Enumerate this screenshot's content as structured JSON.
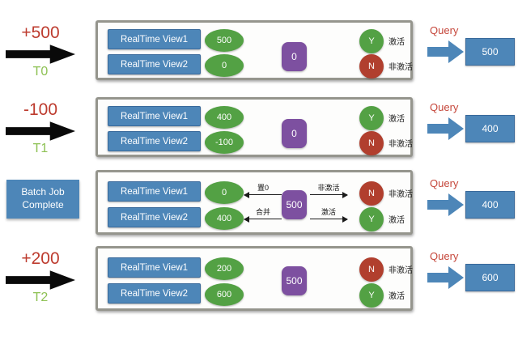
{
  "colors": {
    "blue": "#4d86b8",
    "blue-border": "#38699b",
    "green": "#53a144",
    "red": "#b13f2e",
    "purple": "#7d50a0",
    "accent-red": "#bd3b2e",
    "accent-green": "#8dc153",
    "query-red": "#c5463a",
    "box-border": "#95958d"
  },
  "rows": [
    {
      "event": {
        "delta": "+500",
        "time": "T0"
      },
      "views": [
        {
          "label": "RealTime View1",
          "value": "500"
        },
        {
          "label": "RealTime View2",
          "value": "0"
        }
      ],
      "batch_value": "0",
      "flags": [
        {
          "kind": "Y",
          "label": "激活"
        },
        {
          "kind": "N",
          "label": "非激活"
        }
      ],
      "query": {
        "label": "Query",
        "result": "500"
      }
    },
    {
      "event": {
        "delta": "-100",
        "time": "T1"
      },
      "views": [
        {
          "label": "RealTime View1",
          "value": "400"
        },
        {
          "label": "RealTime View2",
          "value": "-100"
        }
      ],
      "batch_value": "0",
      "flags": [
        {
          "kind": "Y",
          "label": "激活"
        },
        {
          "kind": "N",
          "label": "非激活"
        }
      ],
      "query": {
        "label": "Query",
        "result": "400"
      }
    },
    {
      "event": {
        "batch_label": "Batch Job Complete"
      },
      "views": [
        {
          "label": "RealTime View1",
          "value": "0"
        },
        {
          "label": "RealTime View2",
          "value": "400"
        }
      ],
      "batch_value": "500",
      "merge_arrows": [
        {
          "label": "置0",
          "dir": "left"
        },
        {
          "label": "合并",
          "dir": "left"
        },
        {
          "label": "非激活",
          "dir": "right"
        },
        {
          "label": "激活",
          "dir": "right"
        }
      ],
      "flags": [
        {
          "kind": "N",
          "label": "非激活"
        },
        {
          "kind": "Y",
          "label": "激活"
        }
      ],
      "query": {
        "label": "Query",
        "result": "400"
      }
    },
    {
      "event": {
        "delta": "+200",
        "time": "T2"
      },
      "views": [
        {
          "label": "RealTime View1",
          "value": "200"
        },
        {
          "label": "RealTime View2",
          "value": "600"
        }
      ],
      "batch_value": "500",
      "flags": [
        {
          "kind": "N",
          "label": "非激活"
        },
        {
          "kind": "Y",
          "label": "激活"
        }
      ],
      "query": {
        "label": "Query",
        "result": "600"
      }
    }
  ]
}
